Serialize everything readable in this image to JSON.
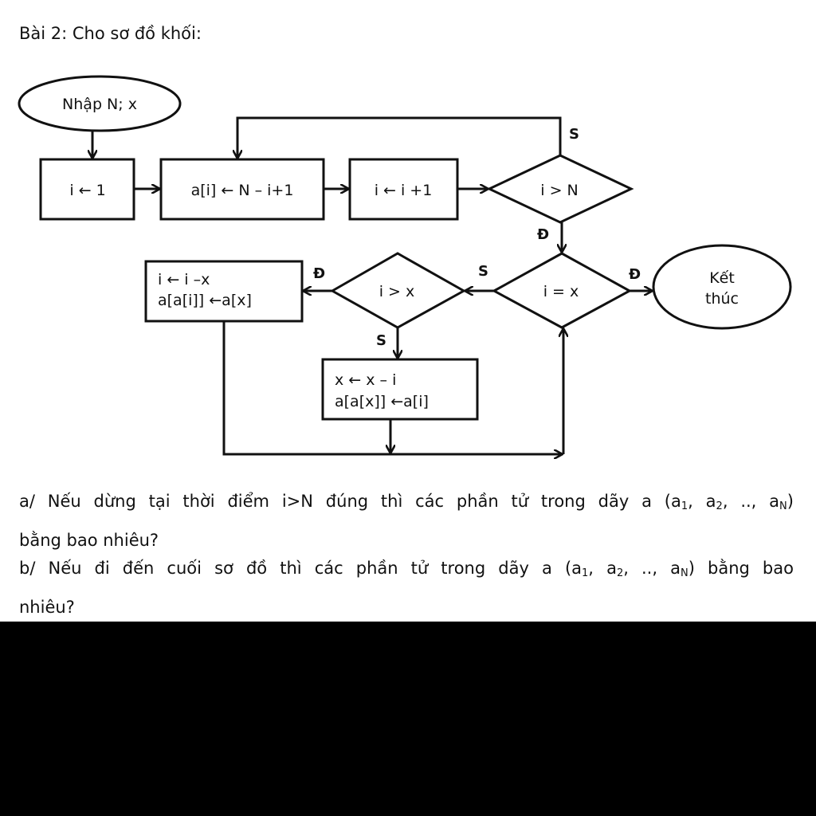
{
  "heading": "Bài 2: Cho sơ đồ khối:",
  "flowchart": {
    "start": "Nhập N; x",
    "init": "i ← 1",
    "assign": "a[i] ← N – i+1",
    "incr": "i ← i +1",
    "cond1": "i > N",
    "cond2": "i = x",
    "cond3": "i > x",
    "box_left_1": "i ← i –x",
    "box_left_2": "a[a[i]] ←a[x]",
    "box_mid_1": "x ← x – i",
    "box_mid_2": "a[a[x]] ←a[i]",
    "end_1": "Kết",
    "end_2": "thúc",
    "label_s": "S",
    "label_d": "Đ"
  },
  "questions": {
    "a_line1": "a/ Nếu dừng tại thời điểm i>N đúng thì các phần tử trong dãy a (a",
    "a_line2": "bằng bao nhiêu?",
    "b_line1": "b/ Nếu đi đến cuối sơ đồ thì các phần tử trong dãy a (a",
    "b_line2": "nhiêu?",
    "sub_1": "1",
    "sub_2": "2",
    "sub_n": "N",
    "sep": ", a",
    "dots": ", .., a",
    "close": ")",
    "tail_b": ") bằng bao"
  }
}
